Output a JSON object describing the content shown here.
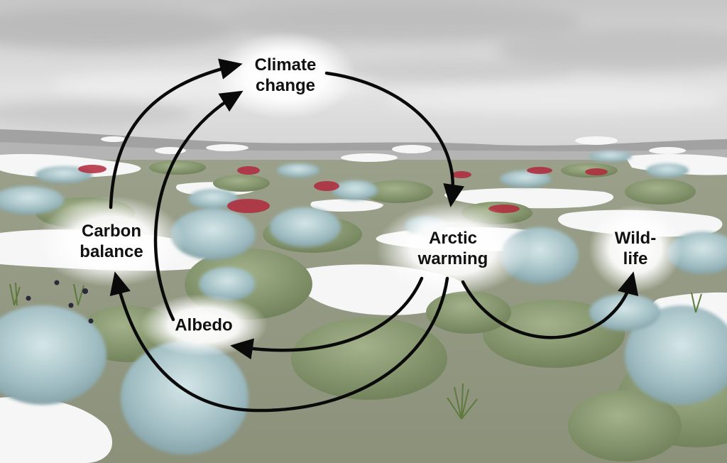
{
  "diagram": {
    "nodes": [
      {
        "id": "climate-change",
        "lines": [
          "Climate",
          "change"
        ]
      },
      {
        "id": "arctic-warming",
        "lines": [
          "Arctic",
          "warming"
        ]
      },
      {
        "id": "carbon-balance",
        "lines": [
          "Carbon",
          "balance"
        ]
      },
      {
        "id": "albedo",
        "lines": [
          "Albedo"
        ]
      },
      {
        "id": "wildlife",
        "lines": [
          "Wild-",
          "life"
        ]
      }
    ],
    "edges": [
      {
        "from": "climate-change",
        "to": "arctic-warming"
      },
      {
        "from": "arctic-warming",
        "to": "albedo"
      },
      {
        "from": "arctic-warming",
        "to": "carbon-balance"
      },
      {
        "from": "arctic-warming",
        "to": "wildlife"
      },
      {
        "from": "albedo",
        "to": "climate-change"
      },
      {
        "from": "carbon-balance",
        "to": "climate-change"
      }
    ]
  },
  "colors": {
    "arrow": "#0a0a0a",
    "label_text": "#111111",
    "label_glow": "#ffffff",
    "sky": "#d9d9d9",
    "snow": "#f7f7f7",
    "moss": "#8a9a70",
    "lichen_shrub": "#aec8cc",
    "berry": "#b0283c"
  }
}
